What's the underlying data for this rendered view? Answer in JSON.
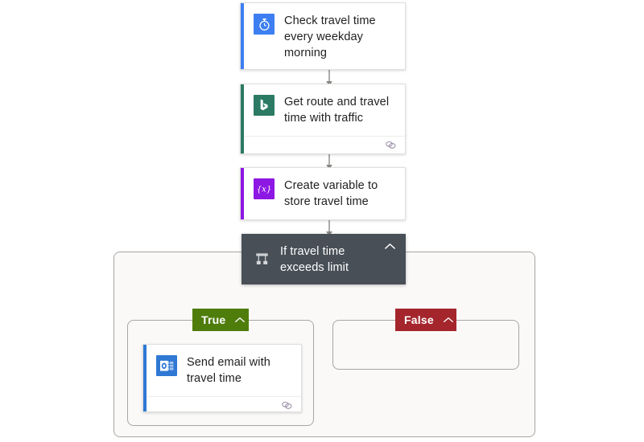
{
  "flow": {
    "nodes": [
      {
        "id": "trigger",
        "title": "Check travel time every weekday morning",
        "icon": "stopwatch-icon",
        "accent_color": "#3d7ff2",
        "icon_bg": "#3d7ff2",
        "has_footer": false
      },
      {
        "id": "bing-route",
        "title": "Get route and travel time with traffic",
        "icon": "bing-icon",
        "accent_color": "#2b7a64",
        "icon_bg": "#2b7a64",
        "has_footer": true,
        "footer_icon": "link-icon"
      },
      {
        "id": "init-variable",
        "title": "Create variable to store travel time",
        "icon": "variable-icon",
        "accent_color": "#8d17e3",
        "icon_bg": "#8d17e3",
        "has_footer": false
      }
    ],
    "condition": {
      "id": "condition",
      "title": "If travel time exceeds limit",
      "icon": "control-branch-icon",
      "background_color": "#484f57",
      "collapse_icon": "chevron-up-icon"
    },
    "branches": [
      {
        "id": "true-branch",
        "label": "True",
        "badge_color": "#4f7d0c",
        "collapse_icon": "chevron-up-icon",
        "actions": [
          {
            "id": "send-email",
            "title": "Send email with travel time",
            "icon": "outlook-icon",
            "accent_color": "#2f78d4",
            "icon_bg": "#2f78d4",
            "has_footer": true,
            "footer_icon": "link-icon"
          }
        ]
      },
      {
        "id": "false-branch",
        "label": "False",
        "badge_color": "#a4262c",
        "collapse_icon": "chevron-up-icon",
        "actions": []
      }
    ]
  },
  "colors": {
    "connector": "#8a8886",
    "scope_fill": "#faf9f8",
    "scope_border": "#a8a5a2",
    "card_border": "#e1dfdd",
    "text_primary": "#201f1e",
    "canvas": "#ffffff"
  }
}
